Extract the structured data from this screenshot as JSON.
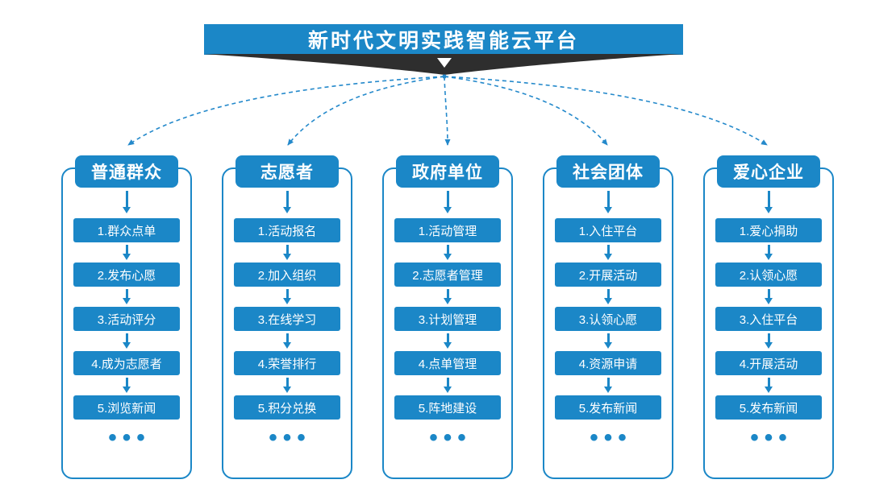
{
  "platform": {
    "title": "新时代文明实践智能云平台"
  },
  "colors": {
    "primary_blue": "#1b87c7",
    "connector_blue": "#2489cb",
    "banner_shadow_dark": "#2e2e2e",
    "text_on_blue": "#ffffff"
  },
  "icons": {
    "funnel_arrow": "down-triangle-icon",
    "flow_arrow": "down-arrow-icon"
  },
  "columns": [
    {
      "header": "普通群众",
      "steps": [
        "1.群众点单",
        "2.发布心愿",
        "3.活动评分",
        "4.成为志愿者",
        "5.浏览新闻"
      ],
      "ellipsis": "•••"
    },
    {
      "header": "志愿者",
      "steps": [
        "1.活动报名",
        "2.加入组织",
        "3.在线学习",
        "4.荣誉排行",
        "5.积分兑换"
      ],
      "ellipsis": "•••"
    },
    {
      "header": "政府单位",
      "steps": [
        "1.活动管理",
        "2.志愿者管理",
        "3.计划管理",
        "4.点单管理",
        "5.阵地建设"
      ],
      "ellipsis": "•••"
    },
    {
      "header": "社会团体",
      "steps": [
        "1.入住平台",
        "2.开展活动",
        "3.认领心愿",
        "4.资源申请",
        "5.发布新闻"
      ],
      "ellipsis": "•••"
    },
    {
      "header": "爱心企业",
      "steps": [
        "1.爱心捐助",
        "2.认领心愿",
        "3.入住平台",
        "4.开展活动",
        "5.发布新闻"
      ],
      "ellipsis": "•••"
    }
  ]
}
